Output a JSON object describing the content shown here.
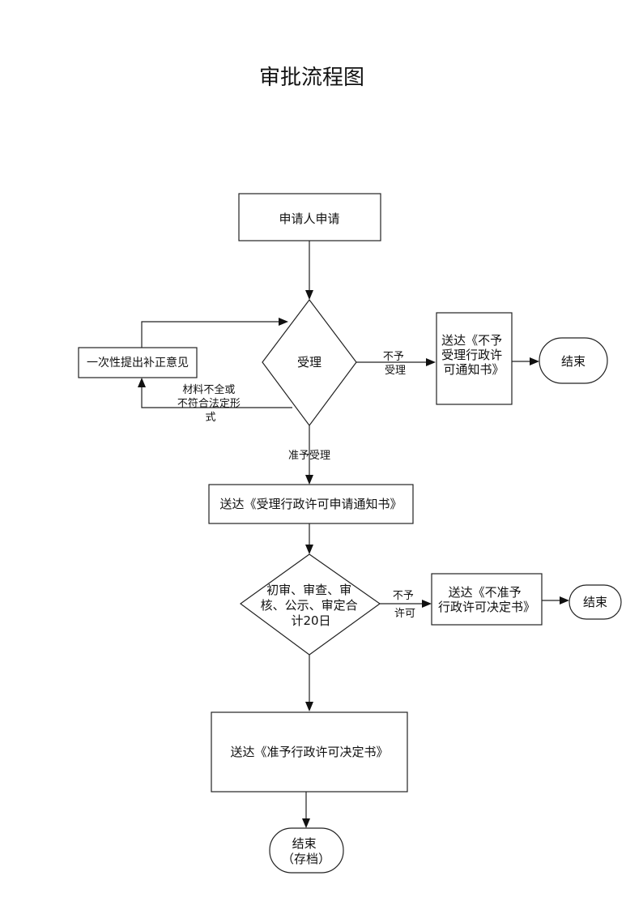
{
  "title": "审批流程图",
  "nodes": {
    "apply": {
      "lines": [
        "申请人申请"
      ]
    },
    "accept_decision": {
      "lines": [
        "受理"
      ]
    },
    "correction": {
      "lines": [
        "一次性提出补正意见"
      ]
    },
    "reject_notice": {
      "lines": [
        "送达《不予",
        "受理行政许",
        "可通知书》"
      ]
    },
    "end_reject_accept": {
      "lines": [
        "结束"
      ]
    },
    "accept_notice": {
      "lines": [
        "送达《受理行政许可申请通知书》"
      ]
    },
    "review_decision": {
      "lines": [
        "初审、审查、审",
        "核、公示、审定合",
        "计20日"
      ]
    },
    "deny_permit": {
      "lines": [
        "送达《不准予",
        "行政许可决定书》"
      ]
    },
    "end_deny": {
      "lines": [
        "结束"
      ]
    },
    "grant_permit": {
      "lines": [
        "送达《准予行政许可决定书》"
      ]
    },
    "end_archive": {
      "lines": [
        "结束",
        "（存档）"
      ]
    }
  },
  "edges": {
    "not_accept": {
      "lines": [
        "不予",
        "受理"
      ]
    },
    "incomplete": {
      "lines": [
        "材料不全或",
        "不符合法定形",
        "式"
      ]
    },
    "accept": {
      "lines": [
        "准予受理"
      ]
    },
    "not_permit": {
      "lines": [
        "不予",
        "许可"
      ]
    }
  }
}
